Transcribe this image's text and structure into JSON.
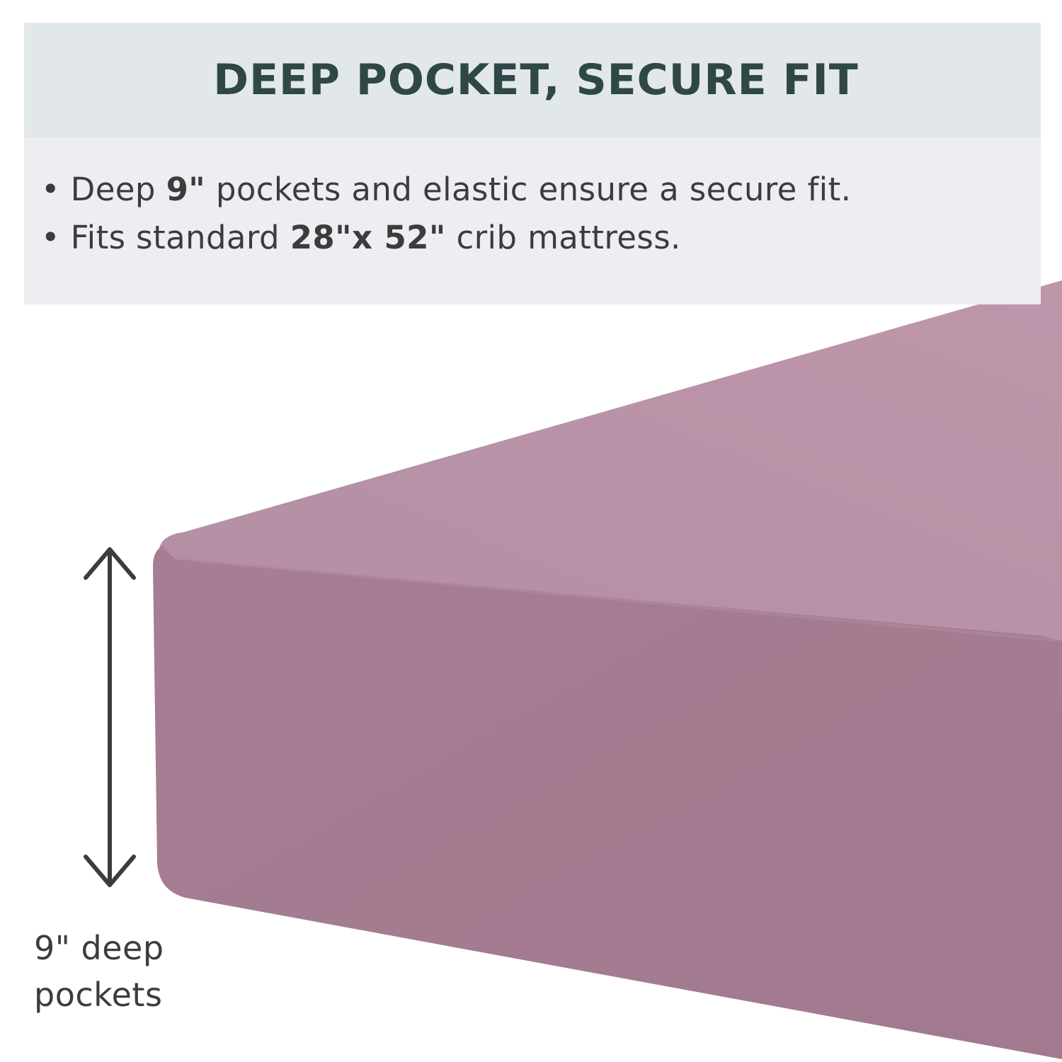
{
  "header": {
    "title": "DEEP POCKET, SECURE FIT"
  },
  "bullets": [
    {
      "marker": "•",
      "before": "Deep",
      "bold": "9\"",
      "after": "pockets and elastic ensure a secure fit."
    },
    {
      "marker": "•",
      "before": "Fits standard",
      "bold": "28\"x 52\"",
      "after": "crib mattress."
    }
  ],
  "depth_label": {
    "line1": "9\" deep",
    "line2": "pockets"
  },
  "colors": {
    "header_band": "#e2e8ea",
    "body_band": "#eceef2",
    "title_text": "#2f4847",
    "body_text": "#3c3c3c",
    "mattress_top": "#b994a8",
    "mattress_side": "#a47b90",
    "arrow": "#3c3c3c"
  },
  "icons": {
    "depth_arrow": "double-headed-vertical-arrow-icon"
  }
}
